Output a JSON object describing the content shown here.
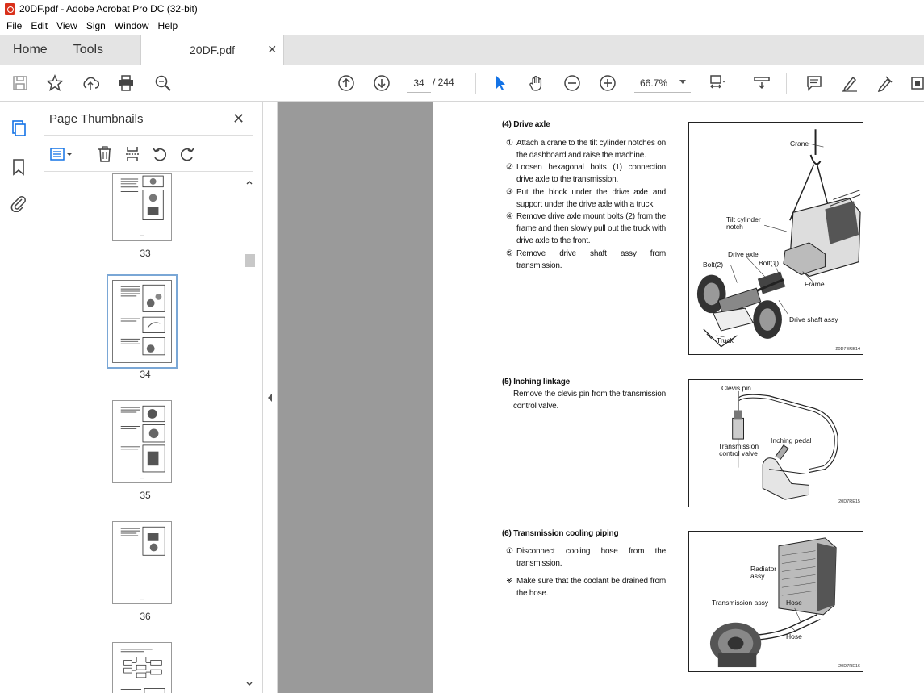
{
  "window": {
    "title": "20DF.pdf - Adobe Acrobat Pro DC (32-bit)"
  },
  "menu": [
    "File",
    "Edit",
    "View",
    "Sign",
    "Window",
    "Help"
  ],
  "tabs": {
    "home": "Home",
    "tools": "Tools",
    "document": "20DF.pdf"
  },
  "toolbar": {
    "page_current": "34",
    "page_total": "/ 244",
    "zoom": "66.7%"
  },
  "panel": {
    "title": "Page Thumbnails",
    "thumbnails": [
      {
        "label": "33"
      },
      {
        "label": "34",
        "selected": true
      },
      {
        "label": "35"
      },
      {
        "label": "36"
      }
    ]
  },
  "page": {
    "sections": [
      {
        "title": "(4) Drive axle",
        "steps": [
          {
            "num": "①",
            "text": "Attach a crane to the tilt cylinder notches on the dashboard and raise the machine."
          },
          {
            "num": "②",
            "text": "Loosen hexagonal bolts (1) connection drive axle to the transmission."
          },
          {
            "num": "③",
            "text": "Put the block under the drive axle and support under the drive axle with a truck."
          },
          {
            "num": "④",
            "text": "Remove drive axle mount bolts (2) from the frame and then slowly pull out the truck with drive axle to the front."
          },
          {
            "num": "⑤",
            "text": "Remove drive shaft assy from transmission."
          }
        ],
        "figure": {
          "labels": {
            "crane": "Crane",
            "tilt": "Tilt cylinder notch",
            "drive_axle": "Drive axle",
            "bolt2": "Bolt(2)",
            "bolt1": "Bolt(1)",
            "frame": "Frame",
            "drive_shaft": "Drive shaft assy",
            "truck": "Truck"
          },
          "code": "20D7ERE14"
        }
      },
      {
        "title": "(5) Inching linkage",
        "steps": [
          {
            "num": "",
            "text": "Remove the clevis pin from the transmission control valve."
          }
        ],
        "figure": {
          "labels": {
            "clevis": "Clevis pin",
            "tcv": "Transmission control valve",
            "inching": "Inching pedal"
          },
          "code": "20D7RE15"
        }
      },
      {
        "title": "(6) Transmission cooling piping",
        "steps": [
          {
            "num": "①",
            "text": "Disconnect cooling hose from the transmission."
          },
          {
            "num": "※",
            "text": "Make sure that the coolant be drained from the hose."
          }
        ],
        "figure": {
          "labels": {
            "radiator": "Radiator assy",
            "trans": "Transmission assy",
            "hose1": "Hose",
            "hose2": "Hose"
          },
          "code": "20D7RE16"
        }
      }
    ]
  },
  "colors": {
    "accent": "#1473e6",
    "viewer_bg": "#9a9a9a",
    "pdf_red": "#d9301a"
  }
}
